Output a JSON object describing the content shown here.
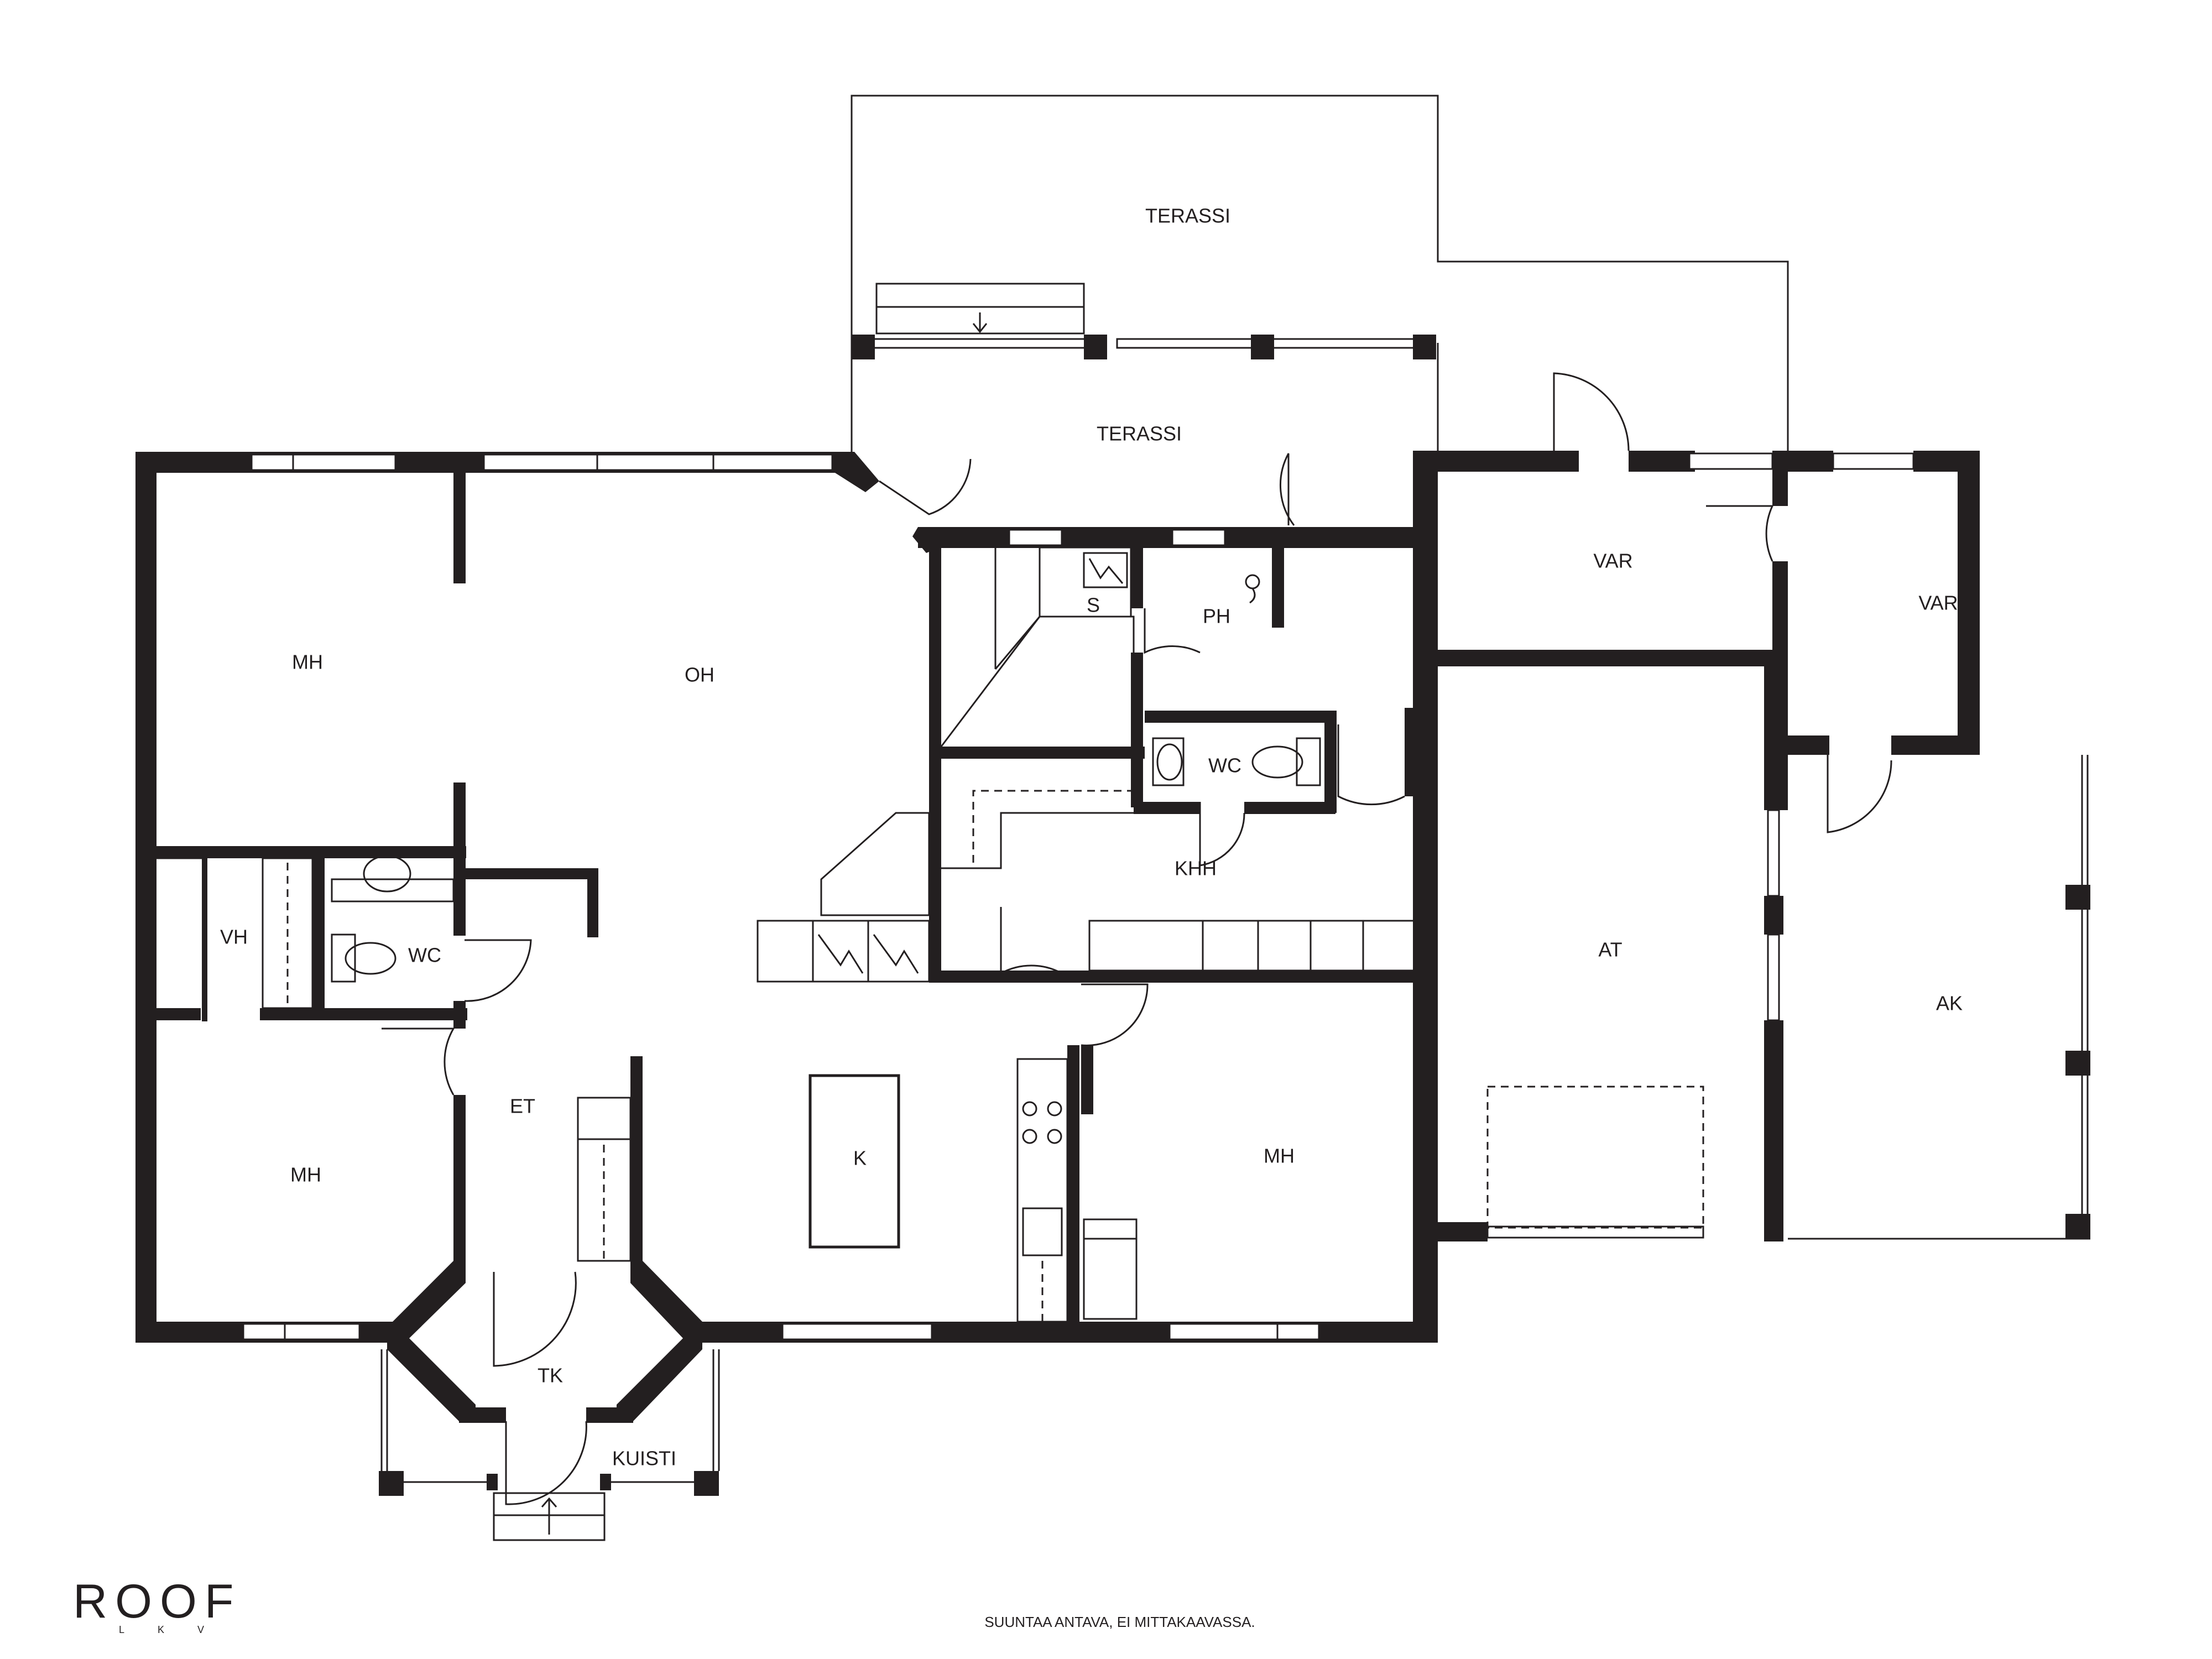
{
  "rooms": {
    "terassi_upper": "TERASSI",
    "terassi_lower": "TERASSI",
    "mh_top_left": "MH",
    "oh": "OH",
    "s": "S",
    "ph": "PH",
    "var_left": "VAR",
    "var_right": "VAR",
    "wc_upper": "WC",
    "khh": "KHH",
    "at": "AT",
    "ak": "AK",
    "vh": "VH",
    "wc_lower": "WC",
    "et": "ET",
    "k": "K",
    "mh_bottom_left": "MH",
    "mh_right": "MH",
    "tk": "TK",
    "kuisti": "KUISTI"
  },
  "logo": {
    "main": "ROOF",
    "sub": "LKV"
  },
  "footer_note": "SUUNTAA ANTAVA, EI MITTAKAAVASSA."
}
